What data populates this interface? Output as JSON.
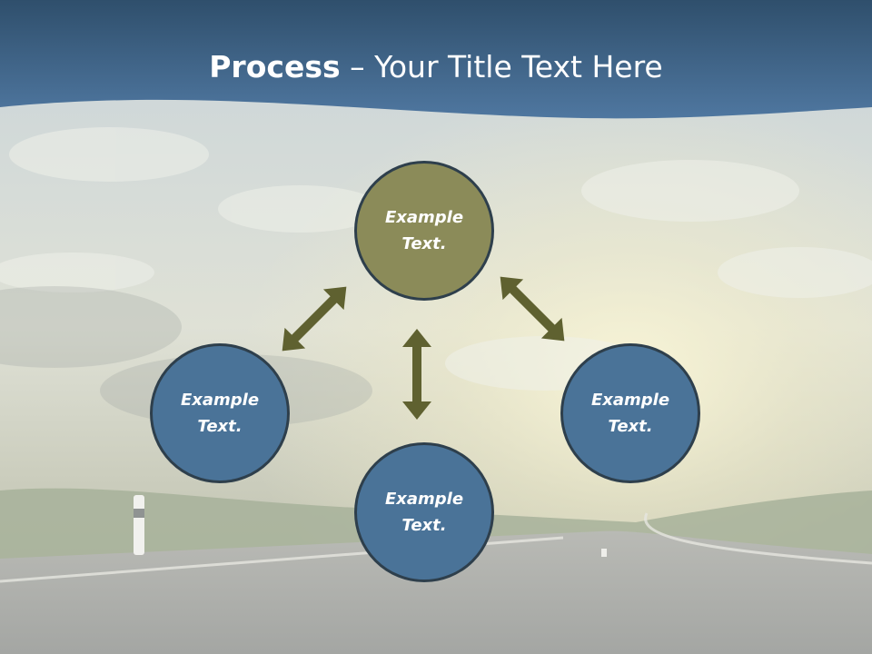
{
  "slide": {
    "title_bold": "Process",
    "title_rest": " – Your Title Text Here"
  },
  "nodes": [
    {
      "label": "Example Text.",
      "role": "center"
    },
    {
      "label": "Example Text.",
      "role": "left"
    },
    {
      "label": "Example Text.",
      "role": "bottom"
    },
    {
      "label": "Example Text.",
      "role": "right"
    }
  ],
  "colors": {
    "header": "#3e6486",
    "center_node": "#8b8b59",
    "outer_node": "#4a7398",
    "node_border": "#2e3f4c",
    "arrow": "#5f6130"
  }
}
